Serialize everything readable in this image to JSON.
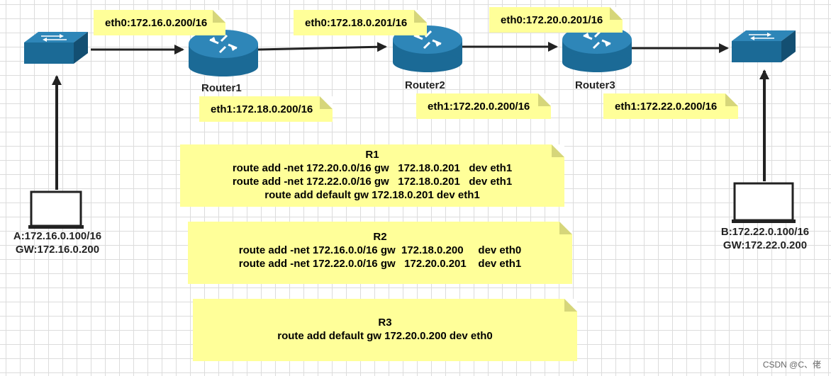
{
  "devices": {
    "router1": "Router1",
    "router2": "Router2",
    "router3": "Router3"
  },
  "interfaces": {
    "r1_eth0": "eth0:172.16.0.200/16",
    "r1_eth1": "eth1:172.18.0.200/16",
    "r2_eth0": "eth0:172.18.0.201/16",
    "r2_eth1": "eth1:172.20.0.200/16",
    "r3_eth0": "eth0:172.20.0.201/16",
    "r3_eth1": "eth1:172.22.0.200/16"
  },
  "hosts": {
    "a_ip": "A:172.16.0.100/16",
    "a_gw": "GW:172.16.0.200",
    "b_ip": "B:172.22.0.100/16",
    "b_gw": "GW:172.22.0.200"
  },
  "routes": {
    "r1": {
      "title": "R1",
      "lines": [
        "route add -net 172.20.0.0/16 gw   172.18.0.201   dev eth1",
        "route add -net 172.22.0.0/16 gw   172.18.0.201   dev eth1",
        "route add default gw 172.18.0.201 dev eth1"
      ]
    },
    "r2": {
      "title": "R2",
      "lines": [
        "route add -net 172.16.0.0/16 gw  172.18.0.200     dev eth0",
        "route add -net 172.22.0.0/16 gw   172.20.0.201    dev eth1"
      ]
    },
    "r3": {
      "title": "R3",
      "lines": [
        "route add default gw 172.20.0.200 dev eth0"
      ]
    }
  },
  "watermark": "CSDN @C、佬",
  "colors": {
    "device_blue": "#1b6a96",
    "note_yellow": "#ffff99",
    "arrow": "#222222"
  }
}
